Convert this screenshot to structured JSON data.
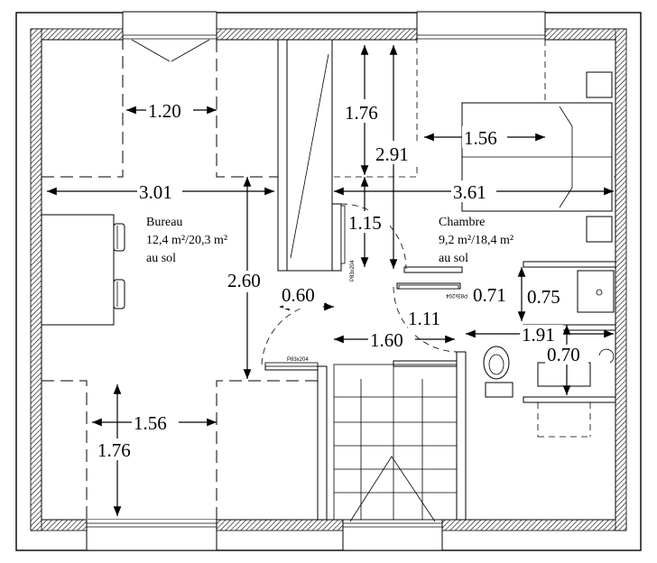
{
  "rooms": {
    "bureau": {
      "name": "Bureau",
      "area": "12,4 m²/20,3 m²",
      "floor": "au sol"
    },
    "chambre": {
      "name": "Chambre",
      "area": "9,2 m²/18,4 m²",
      "floor": "au sol"
    }
  },
  "dimensions": {
    "d_1_20": "1.20",
    "d_1_76_top": "1.76",
    "d_2_91": "2.91",
    "d_1_56_top": "1.56",
    "d_3_01": "3.01",
    "d_3_61": "3.61",
    "d_1_15": "1.15",
    "d_2_60": "2.60",
    "d_0_60": "0.60",
    "d_0_71": "0.71",
    "d_0_75": "0.75",
    "d_1_11": "1.11",
    "d_1_60": "1.60",
    "d_1_91": "1.91",
    "d_0_70": "0.70",
    "d_1_56_bot": "1.56",
    "d_1_76_bot": "1.76"
  },
  "door_labels": {
    "door_a": "P83x204",
    "door_b": "P83x204",
    "door_c": "P83x204"
  }
}
